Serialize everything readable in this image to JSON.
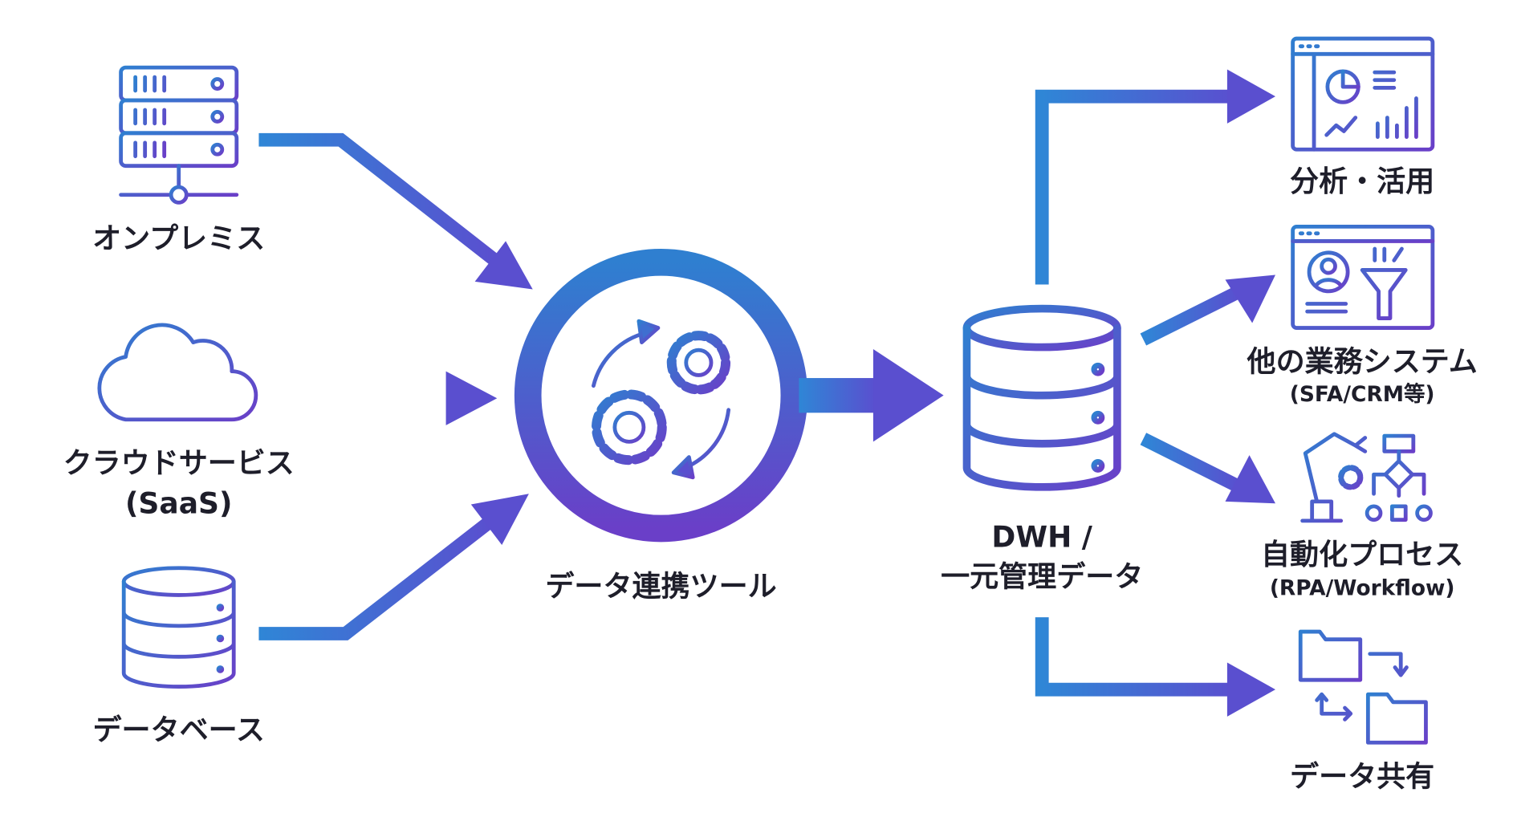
{
  "colors": {
    "blue": "#2f7fd0",
    "purple": "#6a3fc8",
    "text": "#1e1e2a"
  },
  "sources": [
    {
      "icon": "server-icon",
      "label": "オンプレミス"
    },
    {
      "icon": "cloud-icon",
      "label": "クラウドサービス",
      "sub": "(SaaS)"
    },
    {
      "icon": "database-icon",
      "label": "データベース"
    }
  ],
  "tool": {
    "icon": "gears-sync-icon",
    "label": "データ連携ツール"
  },
  "dwh": {
    "icon": "database-icon",
    "line1": "DWH /",
    "line2": "一元管理データ"
  },
  "outputs": [
    {
      "icon": "dashboard-icon",
      "label": "分析・活用"
    },
    {
      "icon": "crm-funnel-icon",
      "label": "他の業務システム",
      "sub": "(SFA/CRM等)"
    },
    {
      "icon": "robot-workflow-icon",
      "label": "自動化プロセス",
      "sub": "(RPA/Workflow)"
    },
    {
      "icon": "folder-share-icon",
      "label": "データ共有"
    }
  ]
}
